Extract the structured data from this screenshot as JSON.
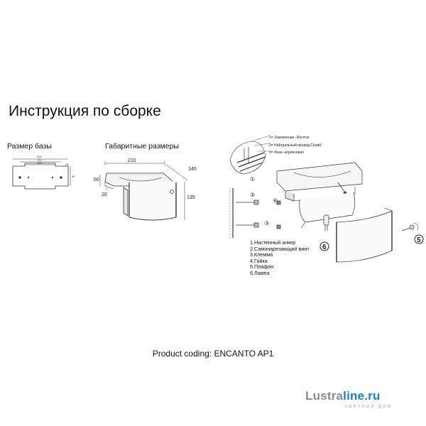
{
  "page": {
    "title": "Инструкция по сборке",
    "base_size_label": "Размер базы",
    "overall_size_label": "Габаритные размеры",
    "product_coding": "Product coding: ENCANTO AP1"
  },
  "base_dims": {
    "d215": "215",
    "d172": "172",
    "d120": "120",
    "d25": "25",
    "d80": "80"
  },
  "overall_dims": {
    "d210": "210",
    "d140": "140",
    "d50": "50",
    "d20": "20",
    "d135": "135"
  },
  "wiring": [
    "1= Заземление--Желтое",
    "2= Нейтральный провод-Синий",
    "3= Фаза--коричневая"
  ],
  "parts": [
    "1.Настенный анкер",
    "2.Самонарезающий винт",
    "3.Клемма",
    "4.Гайка",
    "5.Плафон",
    "6.Лампа"
  ],
  "callouts": {
    "c1": "①",
    "c2": "②",
    "c3": "③",
    "c4": "④",
    "c5": "5",
    "c6": "6"
  },
  "logo": {
    "brand_part1": "Lustra",
    "brand_part2": "line.ru",
    "subtitle": "светлый дом",
    "colors": {
      "part1": "#8a8a8a",
      "part2": "#1e7fc6",
      "subtitle": "#b0b0b0"
    }
  }
}
